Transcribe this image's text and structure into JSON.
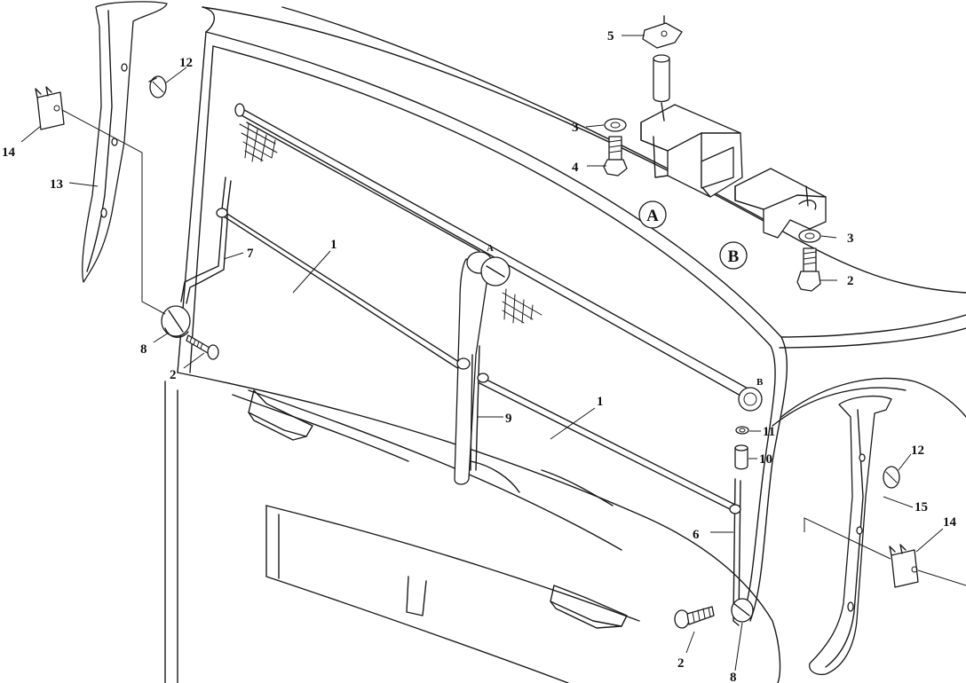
{
  "callouts": {
    "c1a": "1",
    "c1b": "1",
    "c2a": "2",
    "c2b": "2",
    "c2c": "2",
    "c3a": "3",
    "c3b": "3",
    "c4": "4",
    "c5": "5",
    "c6": "6",
    "c7": "7",
    "c8a": "8",
    "c8b": "8",
    "c9": "9",
    "c10": "10",
    "c11": "11",
    "c12a": "12",
    "c12b": "12",
    "c13": "13",
    "c14a": "14",
    "c14b": "14",
    "c15": "15"
  },
  "detail_markers": {
    "a_small": "A",
    "b_small": "B",
    "a_circle": "A",
    "b_circle": "B"
  }
}
